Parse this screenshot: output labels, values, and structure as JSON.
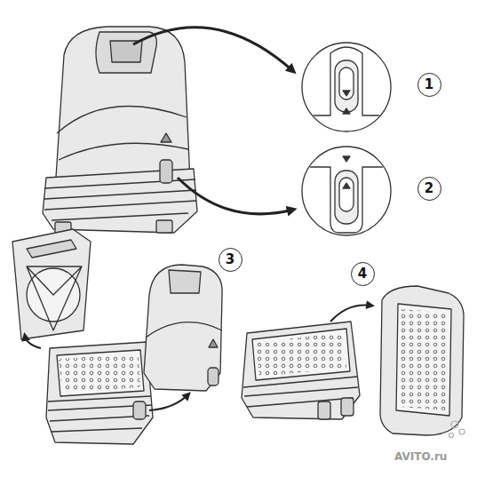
{
  "diagram": {
    "nodes": [
      {
        "text": [
          "1"
        ]
      },
      {
        "text": [
          "2"
        ]
      },
      {
        "text": [
          "3"
        ]
      },
      {
        "text": [
          "4"
        ]
      }
    ],
    "labels": [
      "AVITO.ru"
    ]
  }
}
